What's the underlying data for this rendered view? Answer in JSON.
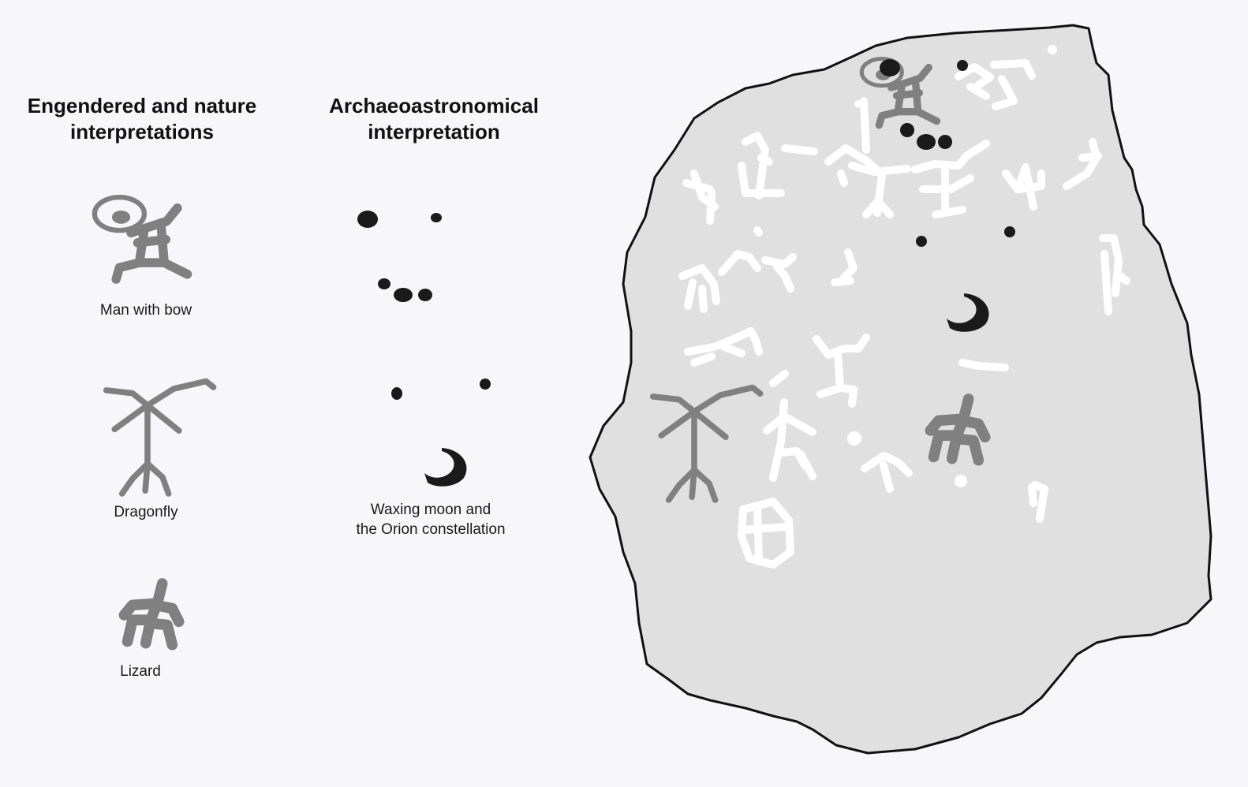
{
  "headings": {
    "nature": [
      "Engendered and nature",
      "interpretations"
    ],
    "astro": [
      "Archaeoastronomical",
      "interpretation"
    ]
  },
  "captions": {
    "man_with_bow": "Man with bow",
    "dragonfly": "Dragonfly",
    "lizard": "Lizard",
    "moon_orion": [
      "Waxing moon and",
      "the Orion constellation"
    ]
  },
  "colors": {
    "background": "#f7f7f9",
    "rock_fill": "#e0e0e0",
    "rock_outline": "#111111",
    "engraving_white": "#ffffff",
    "figure_grey": "#808080",
    "astro_black": "#1a1a1a"
  }
}
